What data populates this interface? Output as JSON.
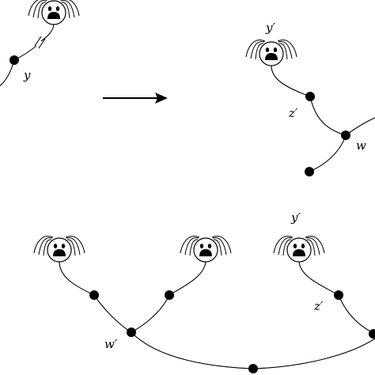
{
  "labels": {
    "y_top_left": "y",
    "y_prime_top_right": "y′",
    "z_prime_top_right": "z′",
    "w_top_right": "w",
    "w_prime_bottom": "w′",
    "y_prime_bottom_right": "y′",
    "z_prime_bottom_right": "z′"
  },
  "icons": {
    "face": "frightened-face-icon",
    "arrow": "right-arrow-icon",
    "cut": "double-slash-cut-icon",
    "node": "filled-dot-icon"
  },
  "colors": {
    "ink": "#000000",
    "background": "#ffffff"
  }
}
